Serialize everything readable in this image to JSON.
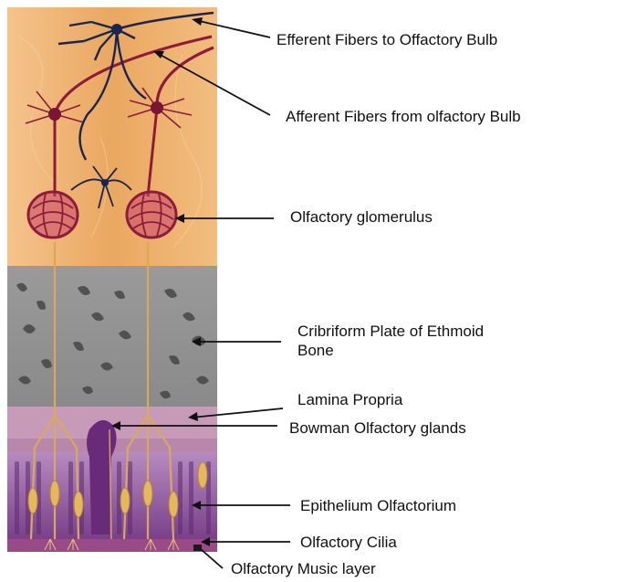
{
  "labels": {
    "efferent": "Efferent Fibers to Offactory Bulb",
    "afferent": "Afferent Fibers from olfactory Bulb",
    "glomerulus": "Olfactory glomerulus",
    "cribriform": "Cribriform Plate of Ethmoid Bone",
    "lamina": "Lamina Propria",
    "bowman": "Bowman Olfactory glands",
    "epithelium": "Epithelium Olfactorium",
    "cilia": "Olfactory Cilia",
    "mucus": "Olfactory Music layer"
  },
  "colors": {
    "bulb_layer": "#e8a866",
    "bone_layer": "#8f8f8f",
    "lamina_layer": "#c79ab8",
    "epithelium_layer": "#8a4f98",
    "nerve_fibers": "#8e1b3c",
    "mitral_axons": "#1a2550",
    "receptor_neurons": "#d9a95a",
    "leader_lines": "#111111"
  }
}
